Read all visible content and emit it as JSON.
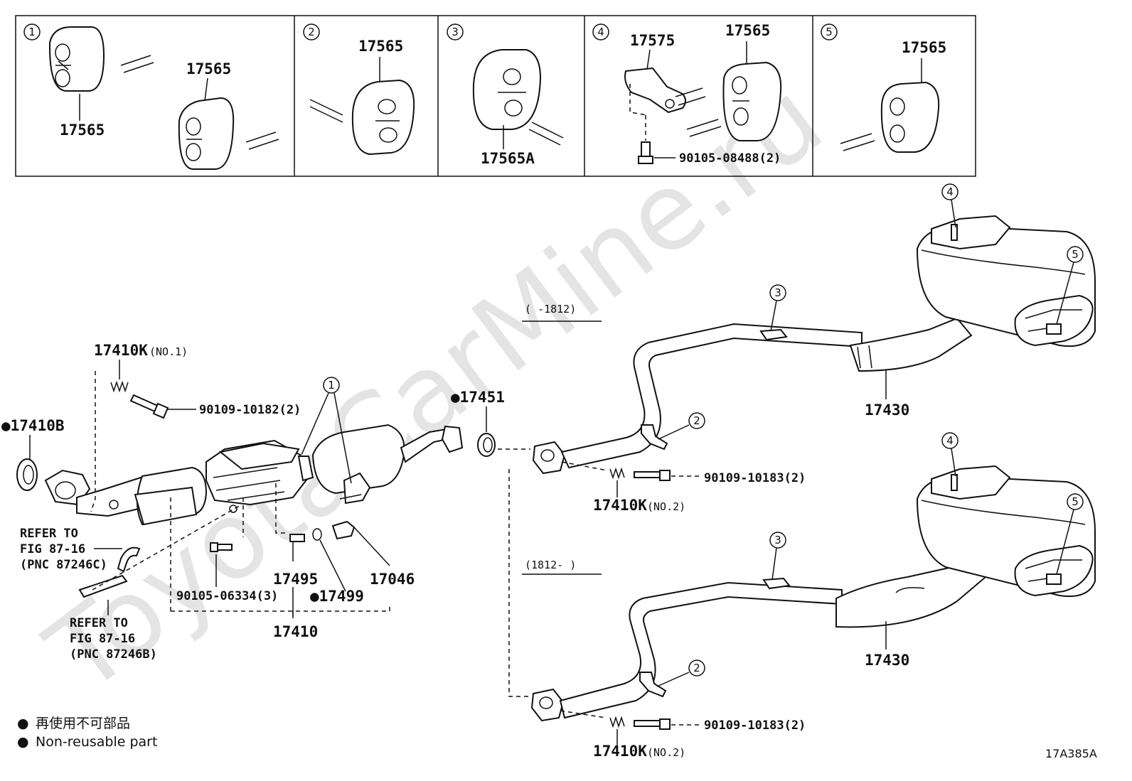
{
  "watermark": "ToyotaCarMine.ru",
  "corner_code": "17A385A",
  "legend": {
    "mark": "●",
    "line_jp": "再使用不可部品",
    "line_en": "Non-reusable part"
  },
  "callouts": {
    "c1": "1",
    "c2": "2",
    "c3": "3",
    "c4": "4",
    "c5": "5"
  },
  "panel": {
    "p1_a": "17565",
    "p1_b": "17565",
    "p2": "17565",
    "p3": "17565A",
    "p4_bracket": "17575",
    "p4_hanger": "17565",
    "p4_bolt": "90105-08488(2)",
    "p5": "17565"
  },
  "versions": {
    "upper": "(    -1812)",
    "lower": "(1812-    )"
  },
  "parts": {
    "gasket_b": "●17410B",
    "spring_no1": "17410K",
    "spring_no1_note": "(NO.1)",
    "bolt_front": "90109-10182(2)",
    "gasket_17451": "●17451",
    "muffler_upper": "17430",
    "muffler_lower": "17430",
    "bolt_upper": "90109-10183(2)",
    "spring_upper": "17410K",
    "spring_upper_note": "(NO.2)",
    "bolt_lower": "90109-10183(2)",
    "spring_lower": "17410K",
    "spring_lower_note": "(NO.2)",
    "p17495": "17495",
    "p17046": "17046",
    "p17499": "●17499",
    "p17410": "17410",
    "bolt_06334": "90105-06334(3)"
  },
  "refer_c": [
    "REFER TO",
    "FIG 87-16",
    "(PNC 87246C)"
  ],
  "refer_b": [
    "REFER TO",
    "FIG 87-16",
    "(PNC 87246B)"
  ]
}
